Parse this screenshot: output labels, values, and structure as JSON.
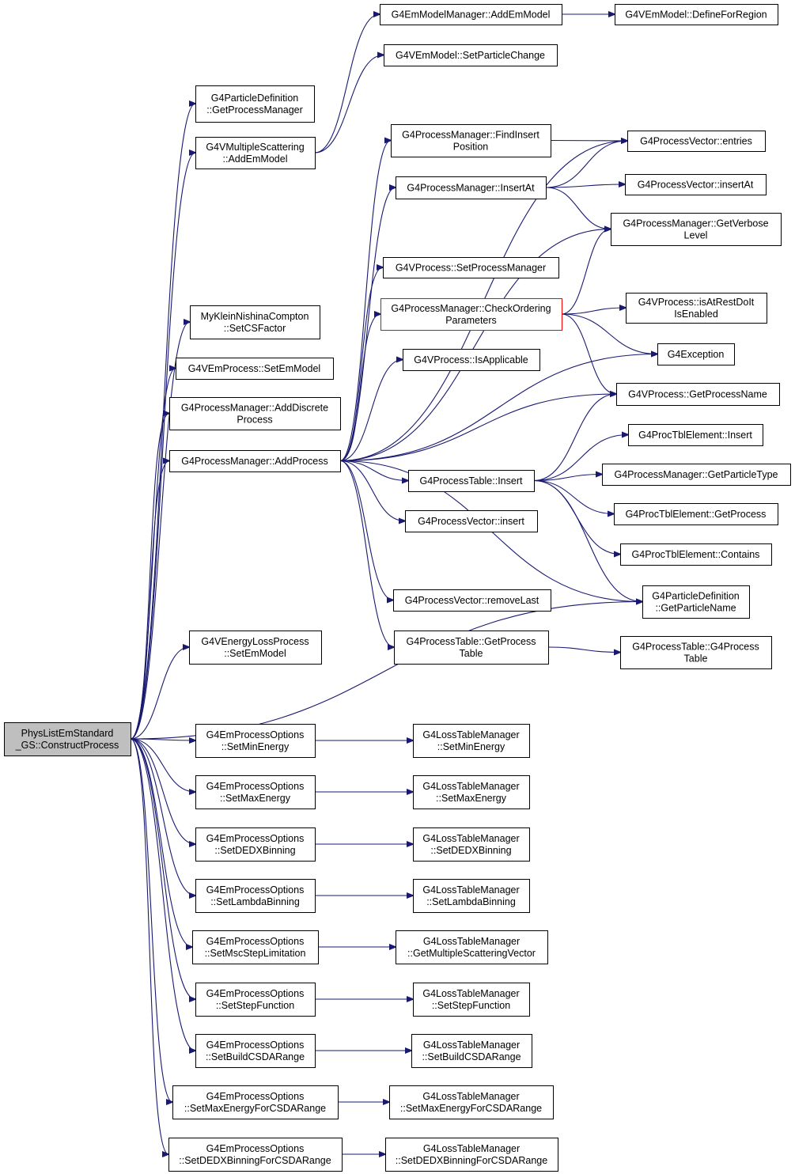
{
  "diagram": {
    "colors": {
      "edge": "#191970",
      "node_border": "#000000",
      "root_fill": "#bfbfbf",
      "highlight_border": "#ff0000"
    },
    "nodes": [
      {
        "id": "root",
        "lines": [
          "PhysListEmStandard",
          "_GS::ConstructProcess"
        ],
        "style": "root"
      },
      {
        "id": "pd_getpm",
        "lines": [
          "G4ParticleDefinition",
          "::GetProcessManager"
        ]
      },
      {
        "id": "vms_addem",
        "lines": [
          "G4VMultipleScattering",
          "::AddEmModel"
        ]
      },
      {
        "id": "emmm_addem",
        "lines": [
          "G4EmModelManager::AddEmModel"
        ]
      },
      {
        "id": "vem_define",
        "lines": [
          "G4VEmModel::DefineForRegion"
        ]
      },
      {
        "id": "vem_setpc",
        "lines": [
          "G4VEmModel::SetParticleChange"
        ]
      },
      {
        "id": "pm_findinsert",
        "lines": [
          "G4ProcessManager::FindInsert",
          "Position"
        ]
      },
      {
        "id": "pv_entries",
        "lines": [
          "G4ProcessVector::entries"
        ]
      },
      {
        "id": "pm_insertat",
        "lines": [
          "G4ProcessManager::InsertAt"
        ]
      },
      {
        "id": "pv_insertat",
        "lines": [
          "G4ProcessVector::insertAt"
        ]
      },
      {
        "id": "pm_getverbose",
        "lines": [
          "G4ProcessManager::GetVerbose",
          "Level"
        ]
      },
      {
        "id": "vp_setpm",
        "lines": [
          "G4VProcess::SetProcessManager"
        ]
      },
      {
        "id": "pm_checkorder",
        "lines": [
          "G4ProcessManager::CheckOrdering",
          "Parameters"
        ],
        "style": "highlight"
      },
      {
        "id": "vp_isatrest",
        "lines": [
          "G4VProcess::isAtRestDoIt",
          "IsEnabled"
        ]
      },
      {
        "id": "g4exception",
        "lines": [
          "G4Exception"
        ]
      },
      {
        "id": "vp_isapp",
        "lines": [
          "G4VProcess::IsApplicable"
        ]
      },
      {
        "id": "vp_getname",
        "lines": [
          "G4VProcess::GetProcessName"
        ]
      },
      {
        "id": "mykn_setcs",
        "lines": [
          "MyKleinNishinaCompton",
          "::SetCSFactor"
        ]
      },
      {
        "id": "vemp_setem",
        "lines": [
          "G4VEmProcess::SetEmModel"
        ]
      },
      {
        "id": "pm_adddisc",
        "lines": [
          "G4ProcessManager::AddDiscrete",
          "Process"
        ]
      },
      {
        "id": "pm_addproc",
        "lines": [
          "G4ProcessManager::AddProcess"
        ]
      },
      {
        "id": "pte_insert",
        "lines": [
          "G4ProcTblElement::Insert"
        ]
      },
      {
        "id": "pt_insert",
        "lines": [
          "G4ProcessTable::Insert"
        ]
      },
      {
        "id": "pm_getptype",
        "lines": [
          "G4ProcessManager::GetParticleType"
        ]
      },
      {
        "id": "pv_insert",
        "lines": [
          "G4ProcessVector::insert"
        ]
      },
      {
        "id": "pte_getproc",
        "lines": [
          "G4ProcTblElement::GetProcess"
        ]
      },
      {
        "id": "pte_contains",
        "lines": [
          "G4ProcTblElement::Contains"
        ]
      },
      {
        "id": "pd_getname",
        "lines": [
          "G4ParticleDefinition",
          "::GetParticleName"
        ]
      },
      {
        "id": "pv_removelast",
        "lines": [
          "G4ProcessVector::removeLast"
        ]
      },
      {
        "id": "pt_getproctable",
        "lines": [
          "G4ProcessTable::GetProcess",
          "Table"
        ]
      },
      {
        "id": "pt_g4proctable",
        "lines": [
          "G4ProcessTable::G4Process",
          "Table"
        ]
      },
      {
        "id": "velp_setem",
        "lines": [
          "G4VEnergyLossProcess",
          "::SetEmModel"
        ]
      },
      {
        "id": "epo_setmin",
        "lines": [
          "G4EmProcessOptions",
          "::SetMinEnergy"
        ]
      },
      {
        "id": "ltm_setmin",
        "lines": [
          "G4LossTableManager",
          "::SetMinEnergy"
        ]
      },
      {
        "id": "epo_setmax",
        "lines": [
          "G4EmProcessOptions",
          "::SetMaxEnergy"
        ]
      },
      {
        "id": "ltm_setmax",
        "lines": [
          "G4LossTableManager",
          "::SetMaxEnergy"
        ]
      },
      {
        "id": "epo_setdedx",
        "lines": [
          "G4EmProcessOptions",
          "::SetDEDXBinning"
        ]
      },
      {
        "id": "ltm_setdedx",
        "lines": [
          "G4LossTableManager",
          "::SetDEDXBinning"
        ]
      },
      {
        "id": "epo_setlambda",
        "lines": [
          "G4EmProcessOptions",
          "::SetLambdaBinning"
        ]
      },
      {
        "id": "ltm_setlambda",
        "lines": [
          "G4LossTableManager",
          "::SetLambdaBinning"
        ]
      },
      {
        "id": "epo_setmsc",
        "lines": [
          "G4EmProcessOptions",
          "::SetMscStepLimitation"
        ]
      },
      {
        "id": "ltm_getmsv",
        "lines": [
          "G4LossTableManager",
          "::GetMultipleScatteringVector"
        ]
      },
      {
        "id": "epo_setstep",
        "lines": [
          "G4EmProcessOptions",
          "::SetStepFunction"
        ]
      },
      {
        "id": "ltm_setstep",
        "lines": [
          "G4LossTableManager",
          "::SetStepFunction"
        ]
      },
      {
        "id": "epo_setcsda",
        "lines": [
          "G4EmProcessOptions",
          "::SetBuildCSDARange"
        ]
      },
      {
        "id": "ltm_setcsda",
        "lines": [
          "G4LossTableManager",
          "::SetBuildCSDARange"
        ]
      },
      {
        "id": "epo_setmaxcsda",
        "lines": [
          "G4EmProcessOptions",
          "::SetMaxEnergyForCSDARange"
        ]
      },
      {
        "id": "ltm_setmaxcsda",
        "lines": [
          "G4LossTableManager",
          "::SetMaxEnergyForCSDARange"
        ]
      },
      {
        "id": "epo_setdedxcsda",
        "lines": [
          "G4EmProcessOptions",
          "::SetDEDXBinningForCSDARange"
        ]
      },
      {
        "id": "ltm_setdedxcsda",
        "lines": [
          "G4LossTableManager",
          "::SetDEDXBinningForCSDARange"
        ]
      }
    ],
    "edges": [
      [
        "root",
        "pd_getpm"
      ],
      [
        "root",
        "vms_addem"
      ],
      [
        "root",
        "mykn_setcs"
      ],
      [
        "root",
        "vemp_setem"
      ],
      [
        "root",
        "pm_adddisc"
      ],
      [
        "root",
        "pm_addproc"
      ],
      [
        "root",
        "velp_setem"
      ],
      [
        "root",
        "pd_getname"
      ],
      [
        "root",
        "epo_setmin"
      ],
      [
        "root",
        "epo_setmax"
      ],
      [
        "root",
        "epo_setdedx"
      ],
      [
        "root",
        "epo_setlambda"
      ],
      [
        "root",
        "epo_setmsc"
      ],
      [
        "root",
        "epo_setstep"
      ],
      [
        "root",
        "epo_setcsda"
      ],
      [
        "root",
        "epo_setmaxcsda"
      ],
      [
        "root",
        "epo_setdedxcsda"
      ],
      [
        "vms_addem",
        "emmm_addem"
      ],
      [
        "vms_addem",
        "vem_setpc"
      ],
      [
        "emmm_addem",
        "vem_define"
      ],
      [
        "pm_addproc",
        "pv_entries"
      ],
      [
        "pm_addproc",
        "pm_findinsert"
      ],
      [
        "pm_addproc",
        "pm_insertat"
      ],
      [
        "pm_addproc",
        "pm_getverbose"
      ],
      [
        "pm_addproc",
        "vp_setpm"
      ],
      [
        "pm_addproc",
        "pm_checkorder"
      ],
      [
        "pm_addproc",
        "vp_isapp"
      ],
      [
        "pm_addproc",
        "g4exception"
      ],
      [
        "pm_addproc",
        "vp_getname"
      ],
      [
        "pm_addproc",
        "pt_insert"
      ],
      [
        "pm_addproc",
        "pv_insert"
      ],
      [
        "pm_addproc",
        "pd_getname"
      ],
      [
        "pm_addproc",
        "pv_removelast"
      ],
      [
        "pm_addproc",
        "pt_getproctable"
      ],
      [
        "pm_findinsert",
        "pv_entries"
      ],
      [
        "pm_insertat",
        "pv_entries"
      ],
      [
        "pm_insertat",
        "pv_insertat"
      ],
      [
        "pm_insertat",
        "pm_getverbose"
      ],
      [
        "pm_checkorder",
        "pm_getverbose"
      ],
      [
        "pm_checkorder",
        "vp_isatrest"
      ],
      [
        "pm_checkorder",
        "g4exception"
      ],
      [
        "pm_checkorder",
        "vp_getname"
      ],
      [
        "pt_insert",
        "vp_getname"
      ],
      [
        "pt_insert",
        "pte_insert"
      ],
      [
        "pt_insert",
        "pm_getptype"
      ],
      [
        "pt_insert",
        "pte_getproc"
      ],
      [
        "pt_insert",
        "pte_contains"
      ],
      [
        "pt_insert",
        "pd_getname"
      ],
      [
        "pt_getproctable",
        "pt_g4proctable"
      ],
      [
        "epo_setmin",
        "ltm_setmin"
      ],
      [
        "epo_setmax",
        "ltm_setmax"
      ],
      [
        "epo_setdedx",
        "ltm_setdedx"
      ],
      [
        "epo_setlambda",
        "ltm_setlambda"
      ],
      [
        "epo_setmsc",
        "ltm_getmsv"
      ],
      [
        "epo_setstep",
        "ltm_setstep"
      ],
      [
        "epo_setcsda",
        "ltm_setcsda"
      ],
      [
        "epo_setmaxcsda",
        "ltm_setmaxcsda"
      ],
      [
        "epo_setdedxcsda",
        "ltm_setdedxcsda"
      ]
    ]
  }
}
